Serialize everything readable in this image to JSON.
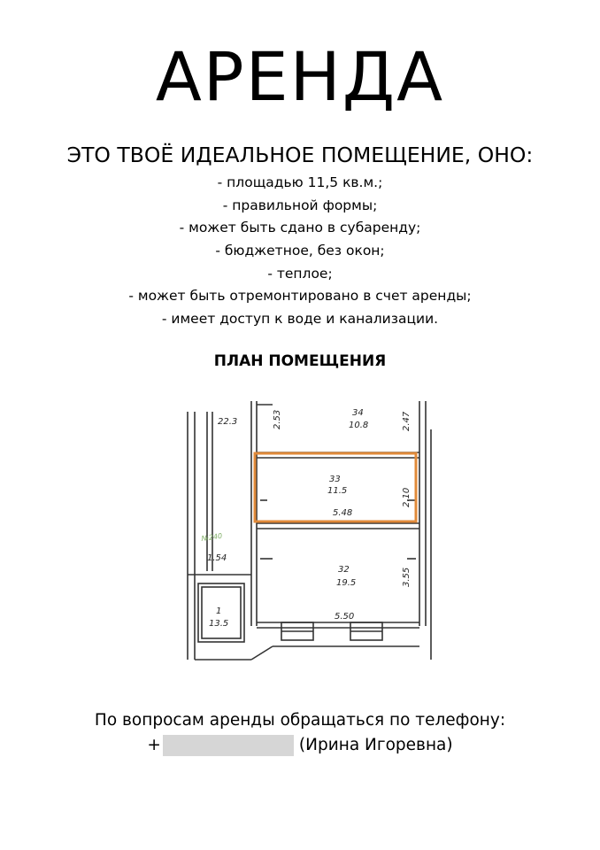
{
  "title": "АРЕНДА",
  "headline": "ЭТО ТВОЁ ИДЕАЛЬНОЕ ПОМЕЩЕНИЕ, ОНО:",
  "features": [
    "- площадью 11,5 кв.м.;",
    "- правильной формы;",
    "- может быть сдано в субаренду;",
    "- бюджетное, без окон;",
    "- теплое;",
    "- может быть отремонтировано в счет аренды;",
    "- имеет доступ к воде и канализации."
  ],
  "plan": {
    "title": "ПЛАН ПОМЕЩЕНИЯ",
    "highlight_color": "#e08a3a",
    "labels": {
      "dim_22_3": "22.3",
      "dim_2_53": "2.53",
      "room_34_num": "34",
      "room_34_area": "10.8",
      "dim_2_47": "2.47",
      "room_33_num": "33",
      "room_33_area": "11.5",
      "dim_2_10": "2.10",
      "dim_5_48": "5.48",
      "dim_1_54": "1.54",
      "room_32_num": "32",
      "room_32_area": "19.5",
      "dim_3_55": "3.55",
      "dim_5_50": "5.50",
      "room_1_num": "1",
      "room_1_area": "13.5",
      "stamp": "№240"
    }
  },
  "contact": {
    "line": "По вопросам аренды обращаться по телефону:",
    "phone_prefix": "+",
    "person": "(Ирина Игоревна)"
  }
}
